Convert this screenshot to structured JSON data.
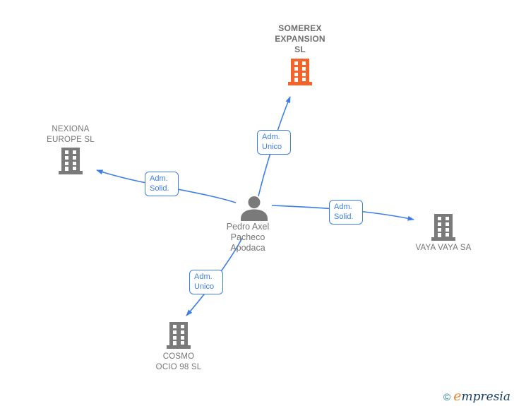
{
  "diagram_title": "company-person relationship graph",
  "person": {
    "name": "Pedro Axel Pacheco Apodaca",
    "lines": [
      "Pedro Axel",
      "Pacheco",
      "Apodaca"
    ]
  },
  "companies": [
    {
      "id": "somerex",
      "label": "SOMEREX EXPANSION SL",
      "lines": [
        "SOMEREX",
        "EXPANSION",
        "SL"
      ],
      "highlighted": true
    },
    {
      "id": "nexiona",
      "label": "NEXIONA EUROPE SL",
      "lines": [
        "NEXIONA",
        "EUROPE SL"
      ],
      "highlighted": false
    },
    {
      "id": "vaya",
      "label": "VAYA VAYA SA",
      "lines": [
        "VAYA VAYA SA"
      ],
      "highlighted": false
    },
    {
      "id": "cosmo",
      "label": "COSMO OCIO 98 SL",
      "lines": [
        "COSMO",
        "OCIO 98 SL"
      ],
      "highlighted": false
    }
  ],
  "edges": [
    {
      "from": "Pedro Axel Pacheco Apodaca",
      "to": "SOMEREX EXPANSION SL",
      "label": "Adm. Unico"
    },
    {
      "from": "Pedro Axel Pacheco Apodaca",
      "to": "NEXIONA EUROPE SL",
      "label": "Adm. Solid."
    },
    {
      "from": "Pedro Axel Pacheco Apodaca",
      "to": "VAYA VAYA SA",
      "label": "Adm. Solid."
    },
    {
      "from": "Pedro Axel Pacheco Apodaca",
      "to": "COSMO OCIO 98 SL",
      "label": "Adm. Unico"
    }
  ],
  "colors": {
    "edge_blue": "#3d7de9",
    "text_gray": "#757575",
    "icon_gray": "#7a7a7a",
    "highlight_orange": "#f4632a",
    "watermark_teal": "#1e7b8f",
    "watermark_navy": "#1c3f66",
    "watermark_orange": "#ef8032"
  },
  "watermark": {
    "copyright": "©",
    "brand_initial": "e",
    "brand_rest": "mpresia"
  }
}
